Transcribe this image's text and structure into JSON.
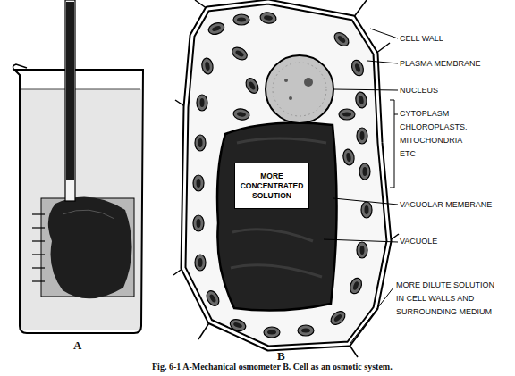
{
  "diagram": {
    "caption": "Fig. 6-1 A-Mechanical osmometer B. Cell as an osmotic system.",
    "nodes": [
      {
        "text": [
          "MORE CONCENTRATED SOLUTION"
        ]
      }
    ],
    "labels": [
      "CELL WALL",
      "PLASMA MEMBRANE",
      "NUCLEUS",
      "CYTOPLASM CHLOROPLASTS. MITOCHONDRIA ETC",
      "VACUOLAR MEMBRANE",
      "VACUOLE",
      "MORE DILUTE SOLUTION IN CELL WALLS AND SURROUNDING MEDIUM",
      "A",
      "B"
    ]
  }
}
